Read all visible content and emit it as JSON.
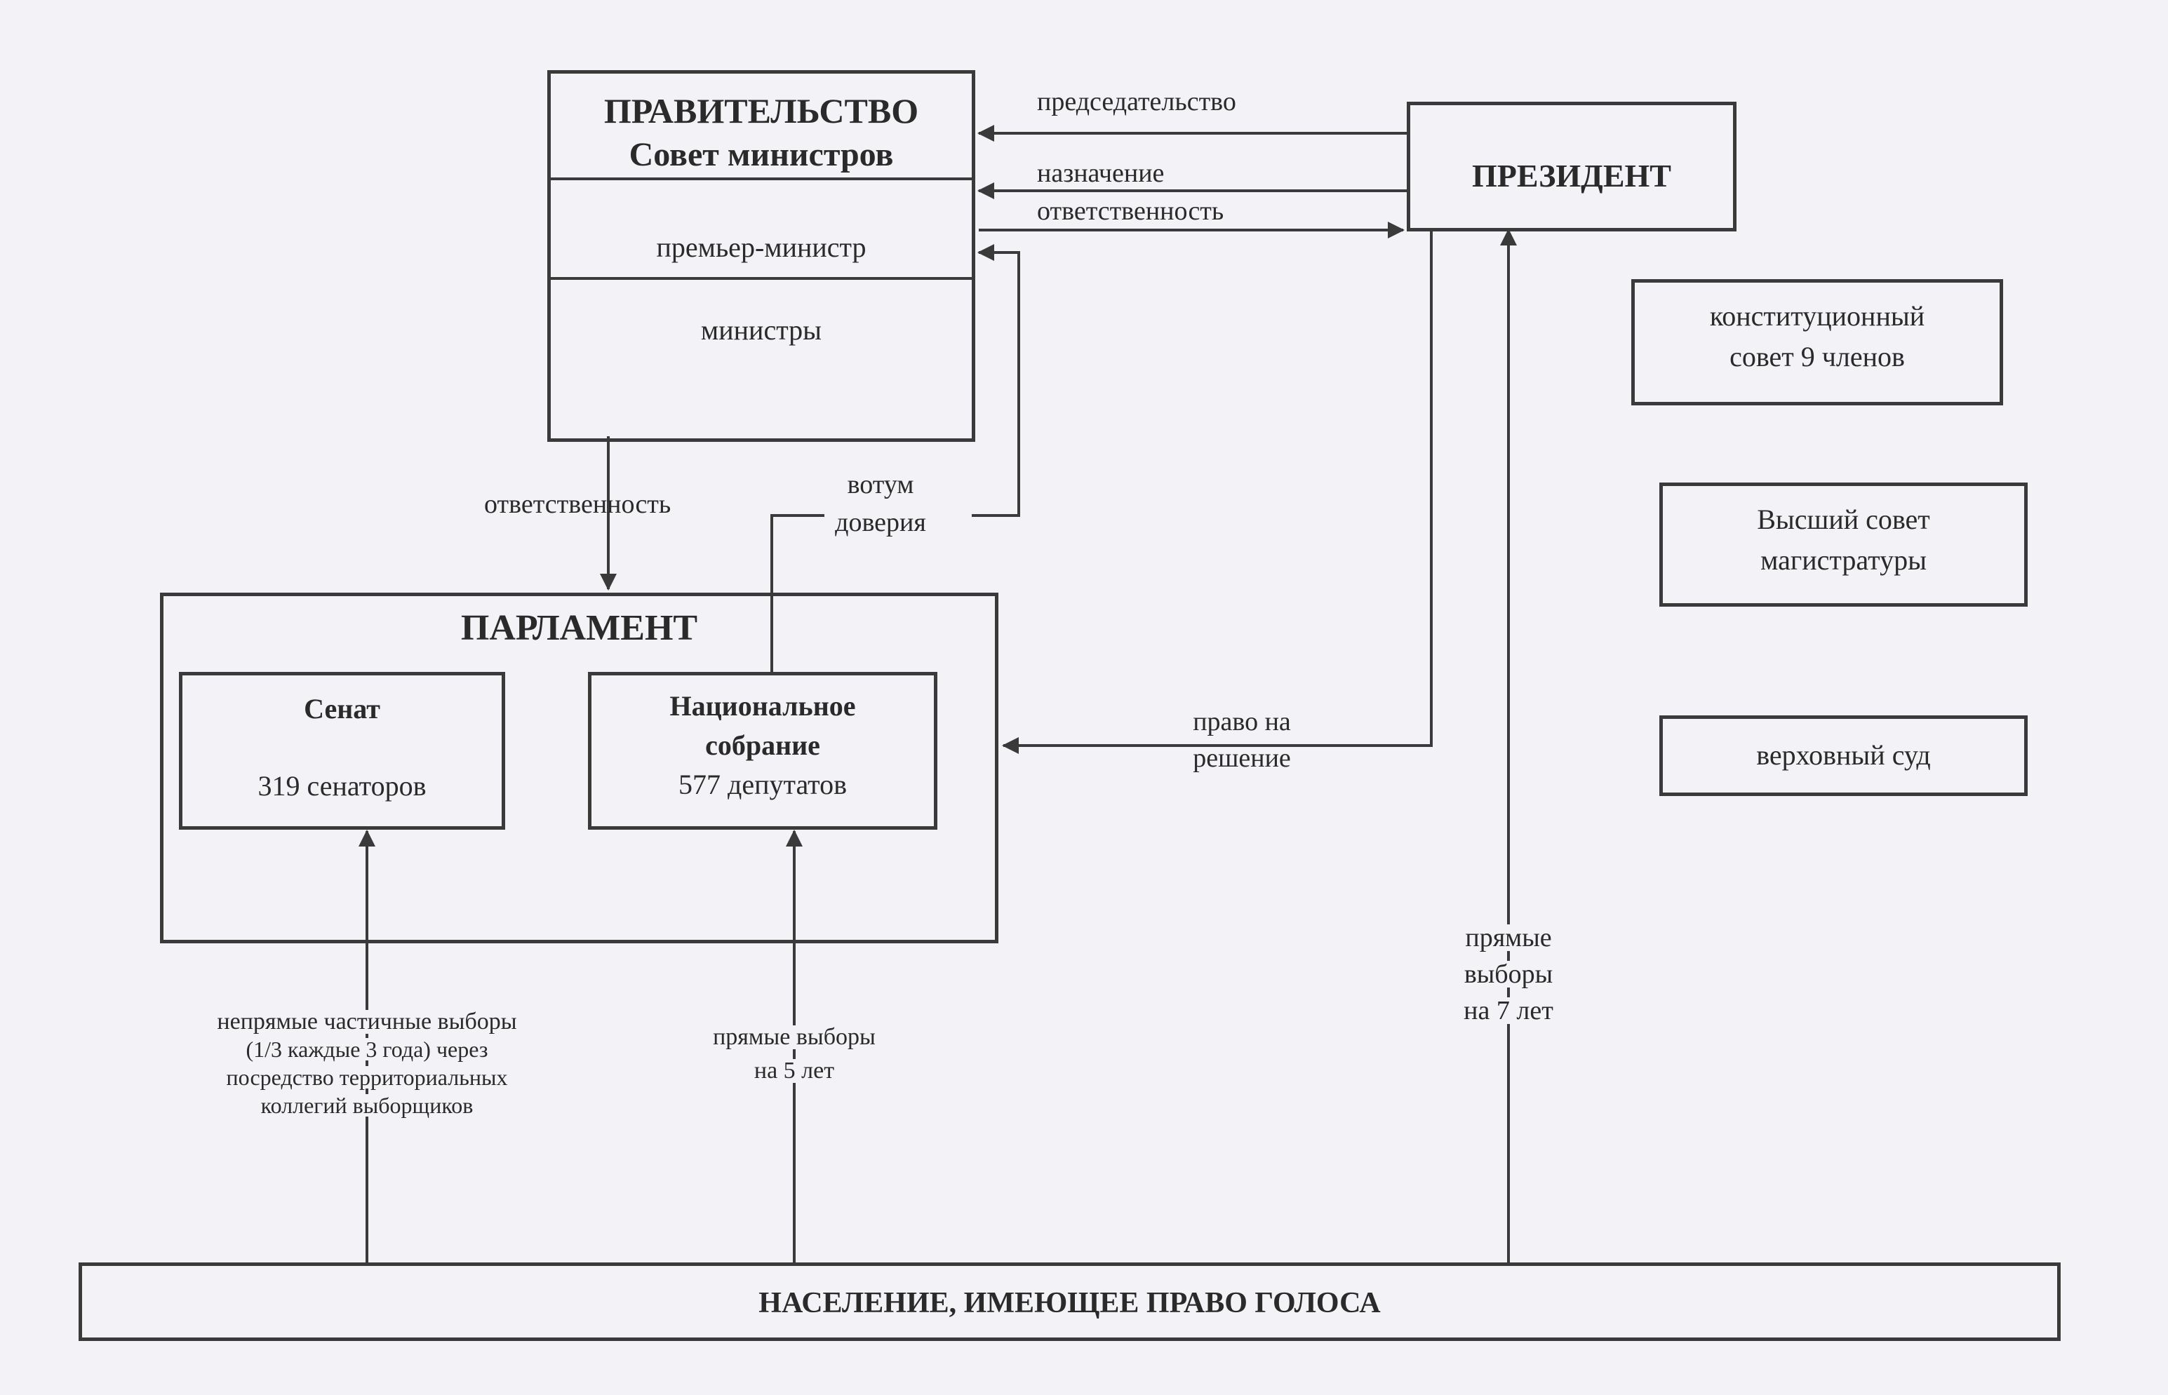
{
  "government": {
    "title": "ПРАВИТЕЛЬСТВО",
    "subtitle": "Совет министров",
    "prime_minister": "премьер-министр",
    "ministers": "министры"
  },
  "president": {
    "title": "ПРЕЗИДЕНТ"
  },
  "constitutional_council": {
    "line1": "конституционный",
    "line2": "совет 9 членов"
  },
  "magistracy": {
    "line1": "Высший совет",
    "line2": "магистратуры"
  },
  "supreme_court": {
    "label": "верховный суд"
  },
  "parliament": {
    "title": "ПАРЛАМЕНТ",
    "senate": {
      "title": "Сенат",
      "members": "319 сенаторов"
    },
    "assembly": {
      "line1": "Национальное",
      "line2": "собрание",
      "members": "577 депутатов"
    }
  },
  "population": {
    "label": "НАСЕЛЕНИЕ, ИМЕЮЩЕЕ ПРАВО ГОЛОСА"
  },
  "edges": {
    "chairmanship": "председательство",
    "appointment": "назначение",
    "responsibility_pres": "ответственность",
    "responsibility_gov": "ответственность",
    "confidence_line1": "вотум",
    "confidence_line2": "доверия",
    "decision_line1": "право на",
    "decision_line2": "решение",
    "president_elections": [
      "прямые",
      "выборы",
      "на 7 лет"
    ],
    "assembly_elections": [
      "прямые выборы",
      "на 5 лет"
    ],
    "senate_elections": [
      "непрямые частичные выборы",
      "(1/3 каждые 3 года)  через",
      "посредство территориальных",
      "коллегий выборщиков"
    ]
  }
}
